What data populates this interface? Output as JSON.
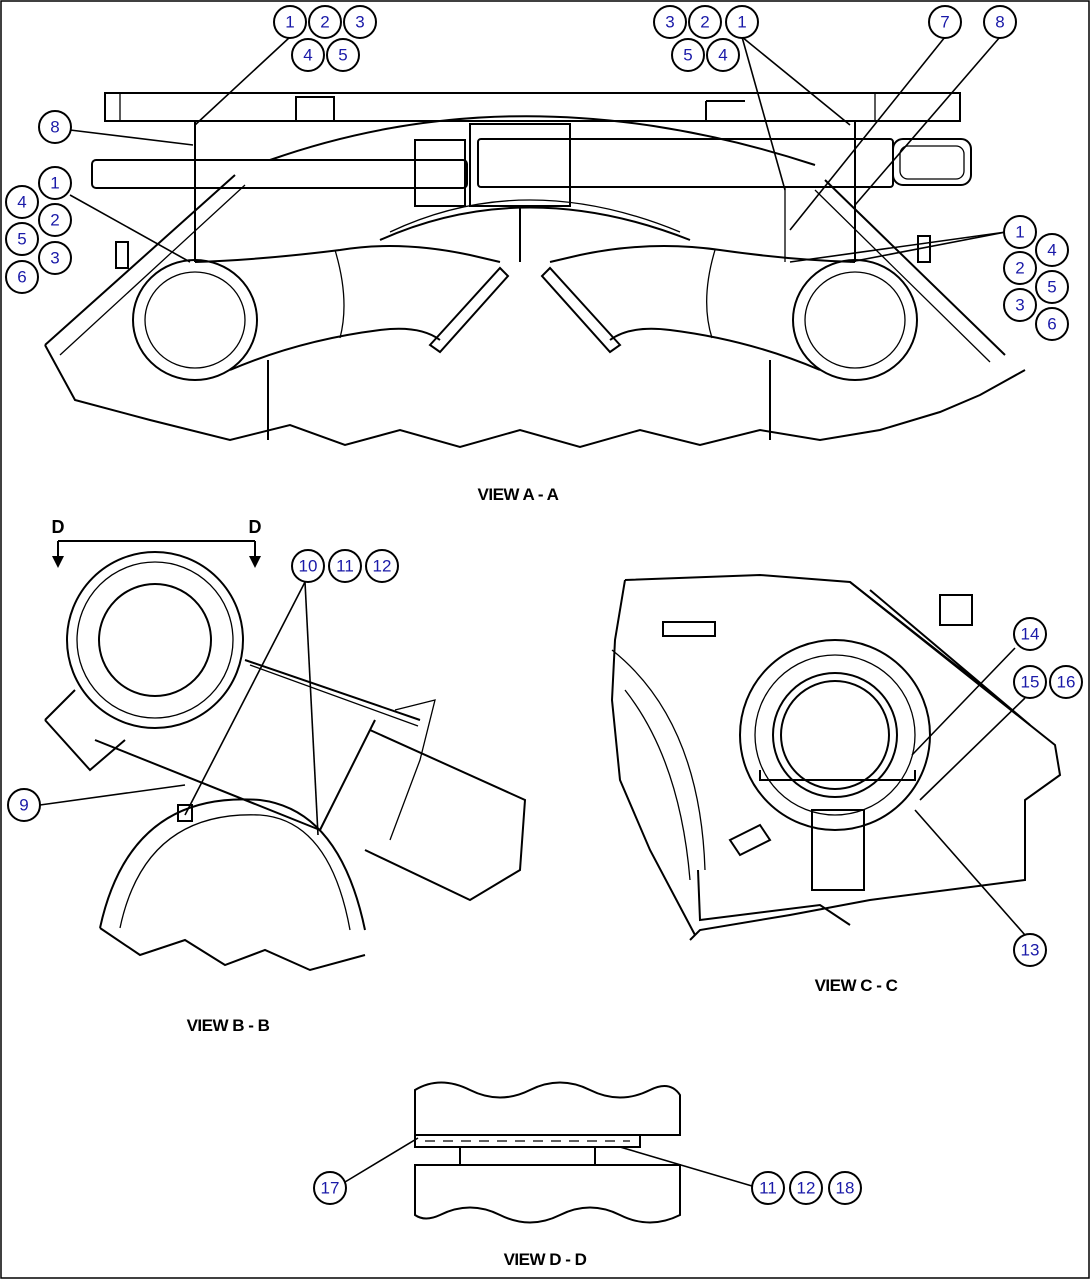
{
  "views": {
    "a": "VIEW A - A",
    "b": "VIEW B - B",
    "c": "VIEW C - C",
    "d": "VIEW D - D"
  },
  "section_marks": {
    "left": "D",
    "right": "D"
  },
  "callouts": {
    "a_top_left": [
      "1",
      "2",
      "3",
      "4",
      "5"
    ],
    "a_top_right": [
      "3",
      "2",
      "1",
      "5",
      "4"
    ],
    "a_seven": "7",
    "a_eight_right": "8",
    "a_eight_left": "8",
    "a_left_stack": [
      "1",
      "4",
      "2",
      "5",
      "3",
      "6"
    ],
    "a_right_stack": [
      "1",
      "4",
      "2",
      "5",
      "3",
      "6"
    ],
    "b_top": [
      "10",
      "11",
      "12"
    ],
    "b_nine": "9",
    "c_fourteen": "14",
    "c_fifteen_sixteen": [
      "15",
      "16"
    ],
    "c_thirteen": "13",
    "d_seventeen": "17",
    "d_right": [
      "11",
      "12",
      "18"
    ]
  },
  "colors": {
    "callout_text": "#1a1aa8",
    "line": "#000000",
    "background": "#ffffff"
  }
}
